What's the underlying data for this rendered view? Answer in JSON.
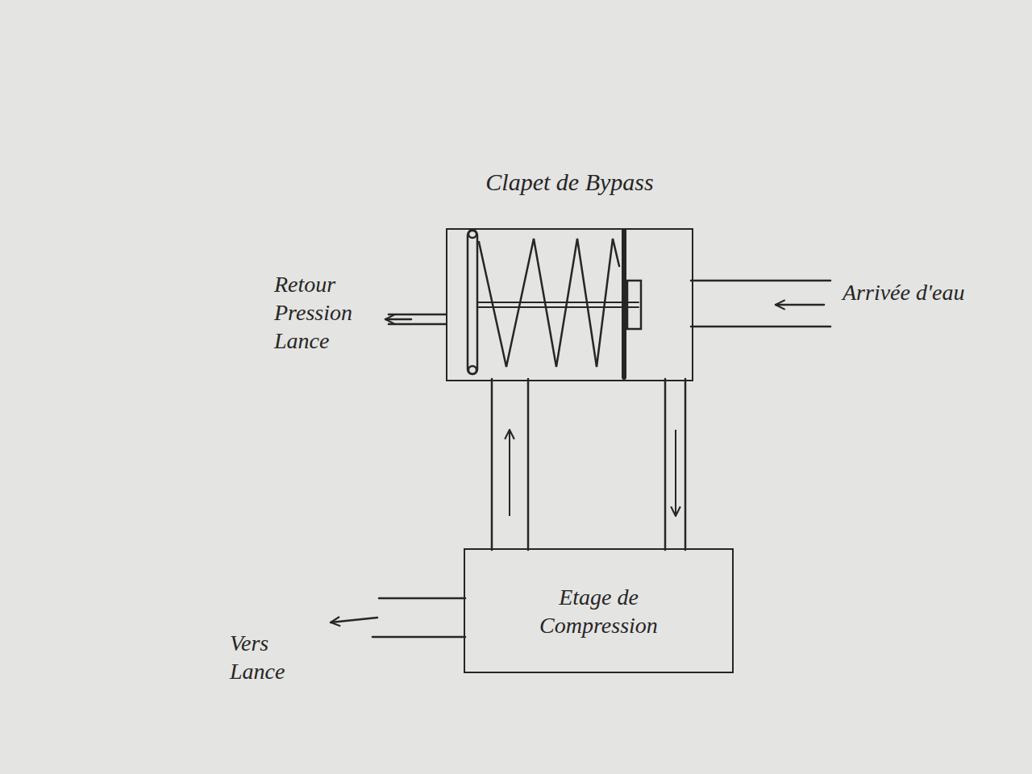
{
  "diagram": {
    "nodes": [
      {
        "text": [
          "Clapet de Bypass"
        ]
      },
      {
        "text": [
          "Etage de Compression"
        ]
      }
    ],
    "edges": [
      {
        "from": 1,
        "to": 0,
        "arrow": "to"
      },
      {
        "from": 0,
        "to": 1,
        "arrow": "to"
      }
    ],
    "labels": [
      "Retour Pression Lance",
      "Arrivée d'eau",
      "Vers Lance"
    ]
  }
}
